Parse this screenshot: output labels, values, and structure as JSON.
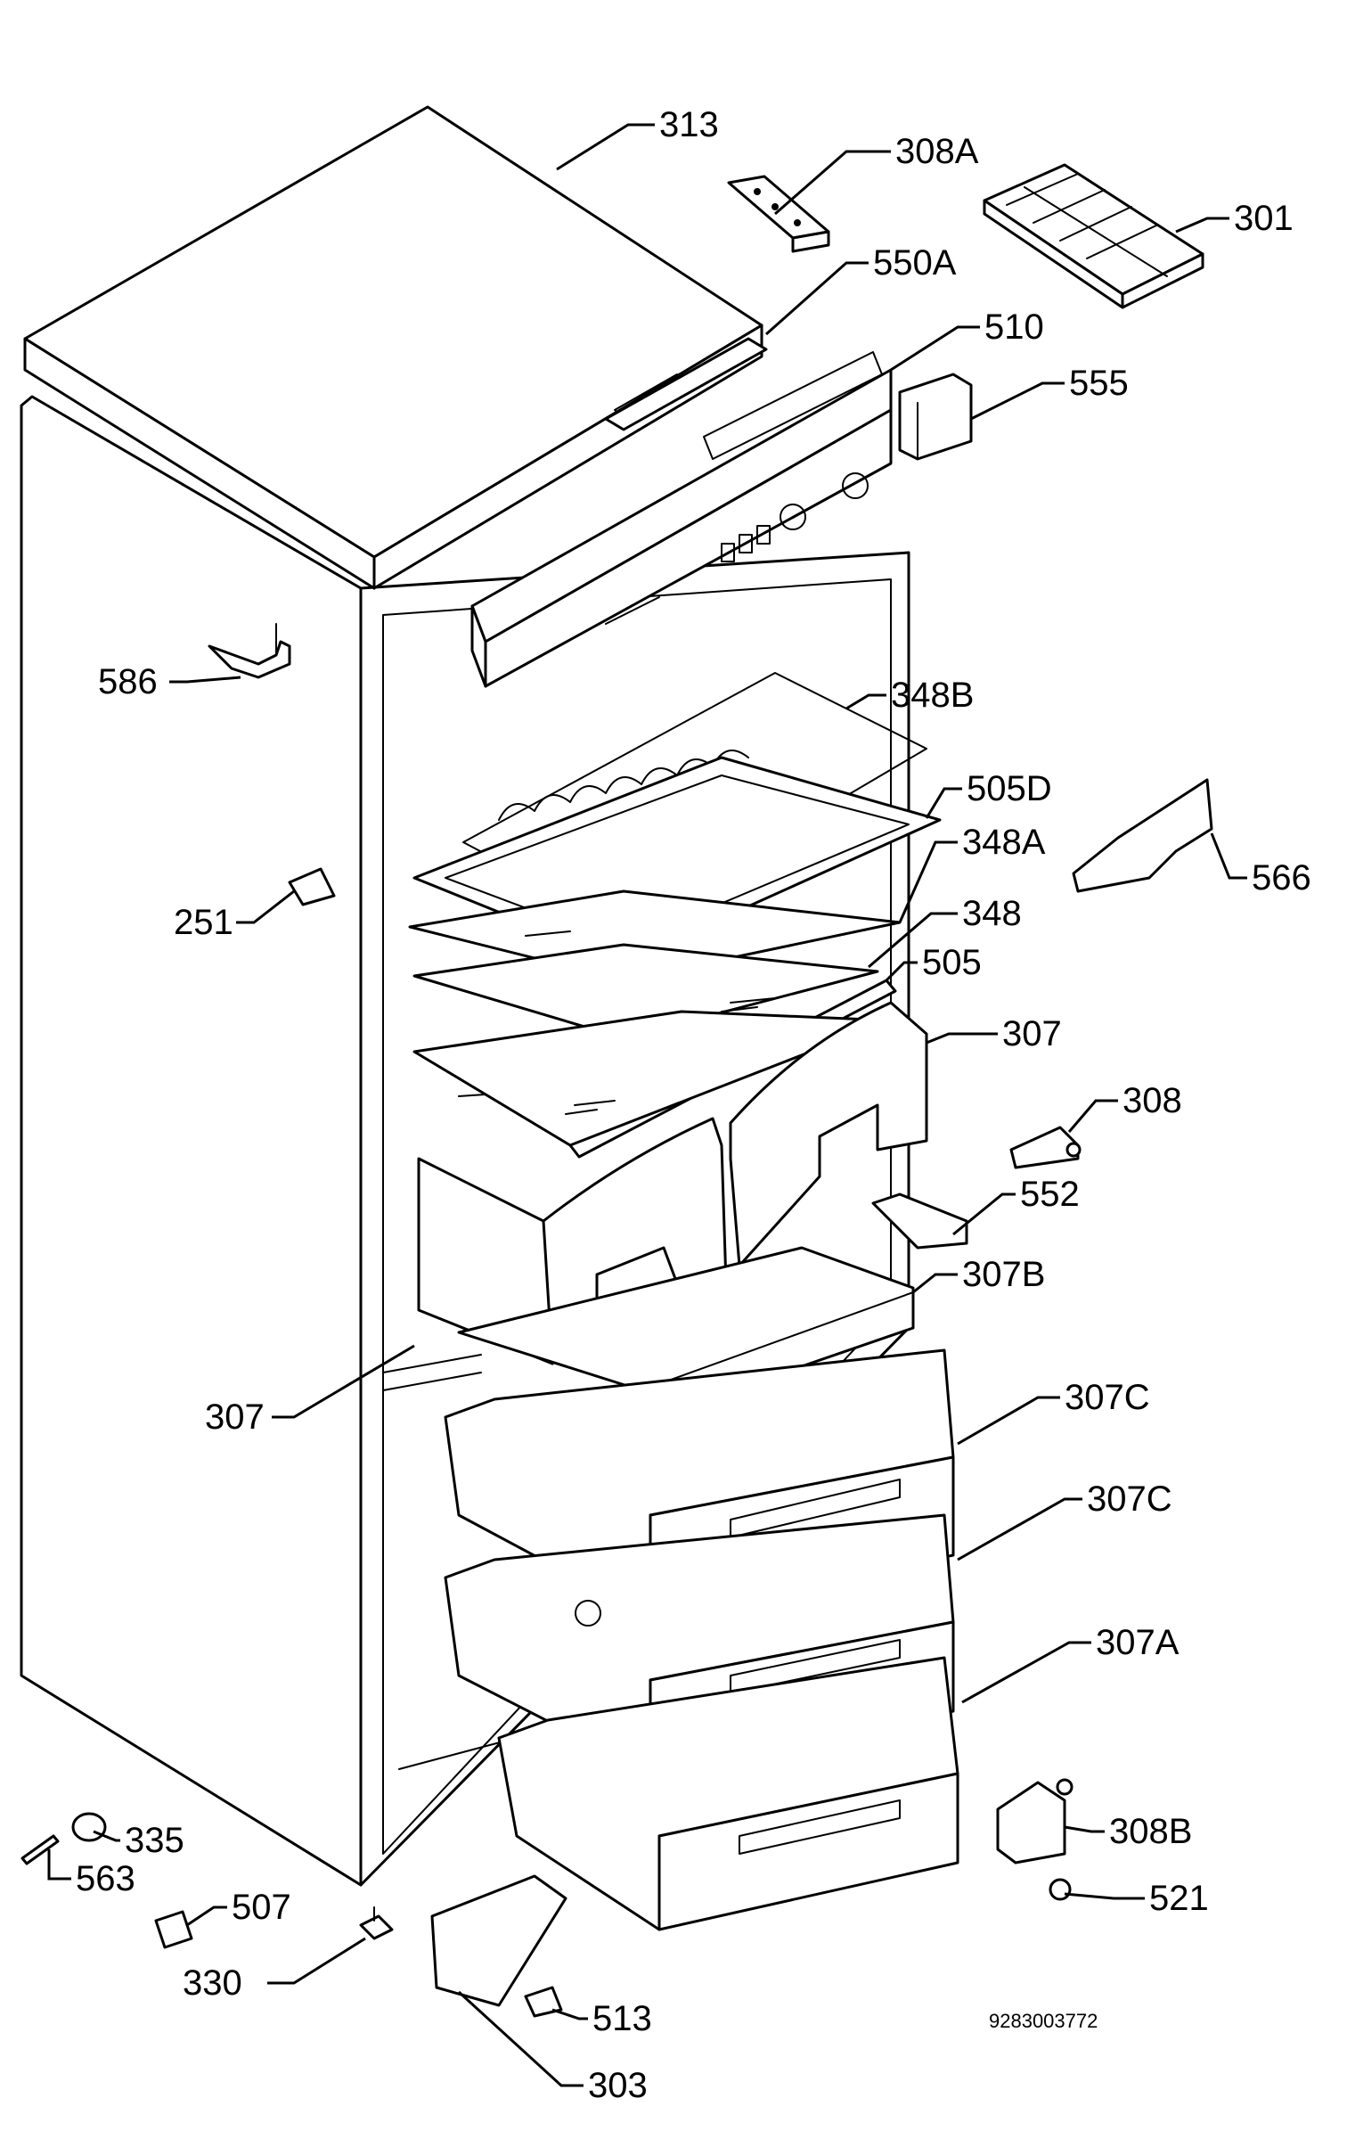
{
  "drawing_number": "9283003772",
  "parts": [
    {
      "id": "313"
    },
    {
      "id": "308A"
    },
    {
      "id": "301"
    },
    {
      "id": "550A"
    },
    {
      "id": "510"
    },
    {
      "id": "555"
    },
    {
      "id": "586"
    },
    {
      "id": "348B"
    },
    {
      "id": "505D"
    },
    {
      "id": "348A"
    },
    {
      "id": "566"
    },
    {
      "id": "251"
    },
    {
      "id": "348"
    },
    {
      "id": "505"
    },
    {
      "id": "307"
    },
    {
      "id": "308"
    },
    {
      "id": "552"
    },
    {
      "id": "307B"
    },
    {
      "id": "307"
    },
    {
      "id": "307C"
    },
    {
      "id": "307C"
    },
    {
      "id": "307A"
    },
    {
      "id": "335"
    },
    {
      "id": "563"
    },
    {
      "id": "308B"
    },
    {
      "id": "507"
    },
    {
      "id": "521"
    },
    {
      "id": "330"
    },
    {
      "id": "513"
    },
    {
      "id": "303"
    }
  ]
}
